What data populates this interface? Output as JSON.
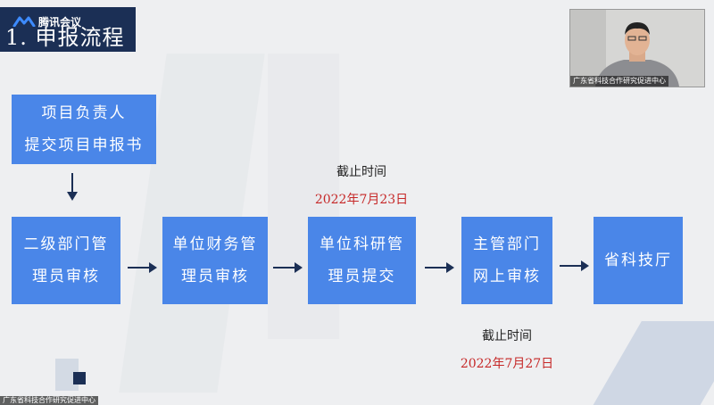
{
  "app": {
    "name": "腾讯会议",
    "logo_icon": "tencent-meeting-logo-icon"
  },
  "slide": {
    "title": "1. 申报流程",
    "start_box": {
      "line1": "项目负责人",
      "line2": "提交项目申报书"
    },
    "steps": [
      {
        "line1": "二级部门管",
        "line2": "理员审核"
      },
      {
        "line1": "单位财务管",
        "line2": "理员审核"
      },
      {
        "line1": "单位科研管",
        "line2": "理员提交"
      },
      {
        "line1": "主管部门",
        "line2": "网上审核"
      },
      {
        "line1": "省科技厅",
        "line2": ""
      }
    ],
    "deadline_top": {
      "label": "截止时间",
      "date": "2022年7月23日"
    },
    "deadline_bottom": {
      "label": "截止时间",
      "date": "2022年7月27日"
    }
  },
  "video": {
    "caption": "广东省科技合作研究促进中心"
  },
  "bottom_caption": "广东省科技合作研究促进中心",
  "colors": {
    "box": "#4a86e8",
    "title_bar": "#1b2f55",
    "deadline": "#c62828",
    "arrow": "#1b2f55"
  }
}
